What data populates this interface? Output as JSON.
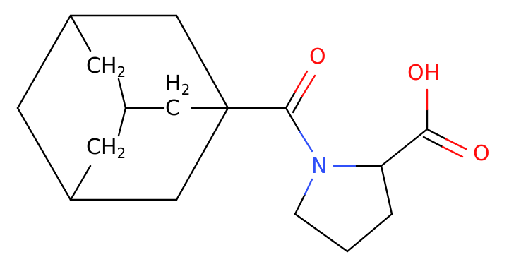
{
  "molecule": {
    "atoms": {
      "ch2_upper": {
        "main": "CH",
        "sub": "2"
      },
      "ch2_bridge": {
        "main": "H",
        "sub": "2",
        "tail": "C"
      },
      "ch2_lower": {
        "main": "CH",
        "sub": "2"
      },
      "carbonyl_o": {
        "main": "O"
      },
      "acid_oh": {
        "main": "OH"
      },
      "acid_o": {
        "main": "O"
      },
      "nitrogen": {
        "main": "N"
      }
    },
    "colors": {
      "bond": "#000000",
      "oxygen": "#ff0d0d",
      "nitrogen": "#3050f8"
    }
  }
}
